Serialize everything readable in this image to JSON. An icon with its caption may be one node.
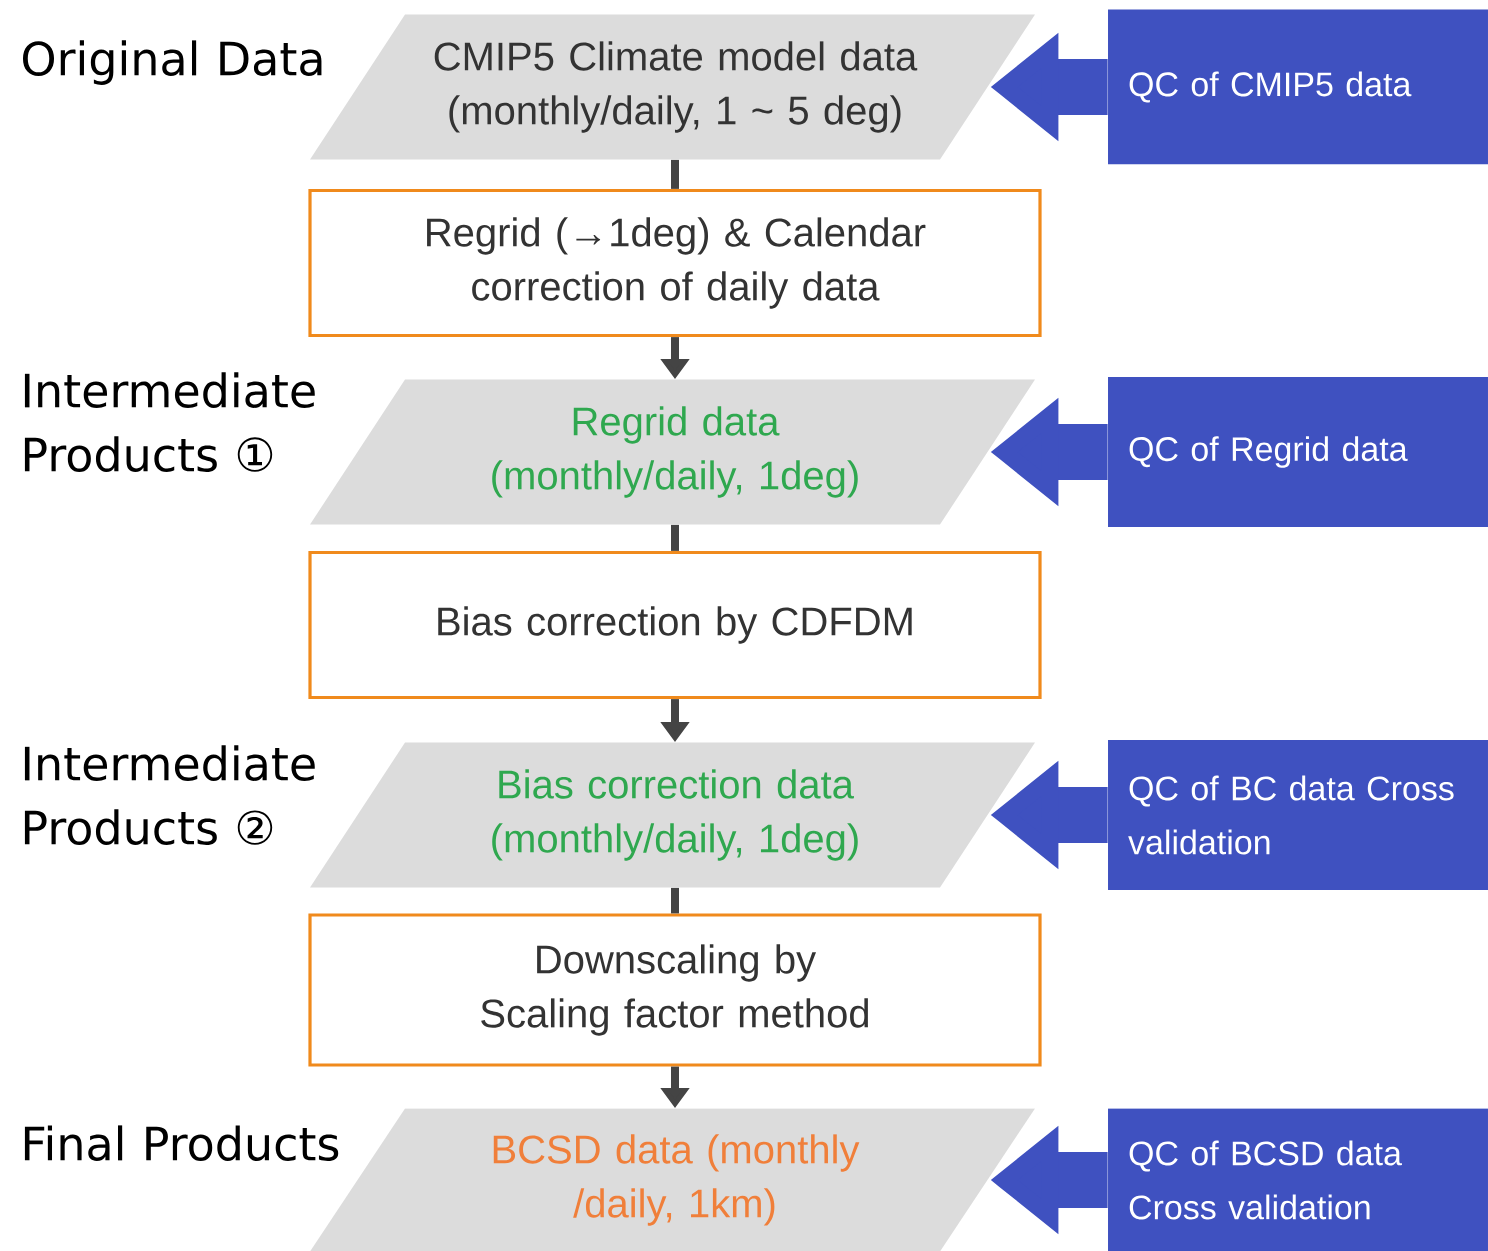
{
  "diagram": {
    "nodes": [
      {
        "text": [
          "CMIP5 Climate model data (monthly/daily, 1 ~ 5 deg)"
        ]
      },
      {
        "text": [
          "Regrid (→1deg) & Calendar correction of daily data"
        ]
      },
      {
        "text": [
          "Regrid data (monthly/daily, 1deg)"
        ]
      },
      {
        "text": [
          "Bias correction by CDFDM"
        ]
      },
      {
        "text": [
          "Bias correction data (monthly/daily, 1deg)"
        ]
      },
      {
        "text": [
          "Downscaling by Scaling factor method"
        ]
      },
      {
        "text": [
          "BCSD data (monthly /daily, 1km)"
        ]
      },
      {
        "text": [
          "QC of CMIP5 data"
        ]
      },
      {
        "text": [
          "QC of Regrid data"
        ]
      },
      {
        "text": [
          "QC of BC data Cross validation"
        ]
      },
      {
        "text": [
          "QC of BCSD data Cross validation"
        ]
      }
    ],
    "edges": [
      {
        "from": 0,
        "to": 1,
        "arrow": "none"
      },
      {
        "from": 1,
        "to": 2,
        "arrow": "to"
      },
      {
        "from": 2,
        "to": 3,
        "arrow": "none"
      },
      {
        "from": 3,
        "to": 4,
        "arrow": "to"
      },
      {
        "from": 4,
        "to": 5,
        "arrow": "none"
      },
      {
        "from": 5,
        "to": 6,
        "arrow": "to"
      },
      {
        "from": 7,
        "to": 0,
        "arrow": "to",
        "style": "thick",
        "color": "#3f51c0"
      },
      {
        "from": 8,
        "to": 2,
        "arrow": "to",
        "style": "thick",
        "color": "#3f51c0"
      },
      {
        "from": 9,
        "to": 4,
        "arrow": "to",
        "style": "thick",
        "color": "#3f51c0"
      },
      {
        "from": 10,
        "to": 6,
        "arrow": "to",
        "style": "thick",
        "color": "#3f51c0"
      }
    ],
    "labels": [
      "Original Data",
      "Intermediate Products ①",
      "Intermediate Products ②",
      "Final Products"
    ]
  }
}
